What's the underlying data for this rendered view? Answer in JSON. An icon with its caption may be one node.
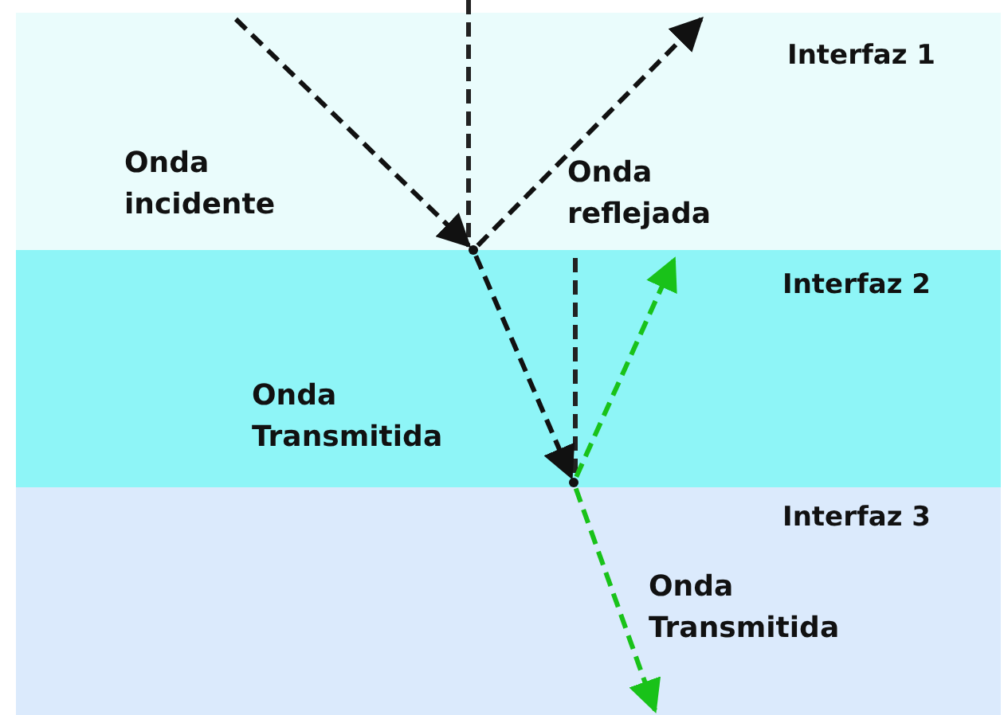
{
  "diagram": {
    "nodes": [
      {
        "text": [],
        "shape": "point"
      },
      {
        "text": [],
        "shape": "point"
      }
    ],
    "edges": [
      {
        "from": null,
        "to": 0,
        "arrow": "to",
        "style": "dashed"
      },
      {
        "from": 0,
        "to": null,
        "arrow": "to",
        "style": "dashed"
      },
      {
        "from": 0,
        "to": 1,
        "arrow": "to",
        "style": "dashed"
      },
      {
        "from": 1,
        "to": null,
        "arrow": "to",
        "style": "dashed",
        "color": "#19c219"
      },
      {
        "from": 1,
        "to": null,
        "arrow": "to",
        "style": "dashed",
        "color": "#19c219"
      }
    ],
    "labels": [
      "Interfaz 1",
      "Onda incidente",
      "Onda reflejada",
      "Interfaz 2",
      "Onda Transmitida",
      "Interfaz 3",
      "Onda Transmitida"
    ]
  }
}
